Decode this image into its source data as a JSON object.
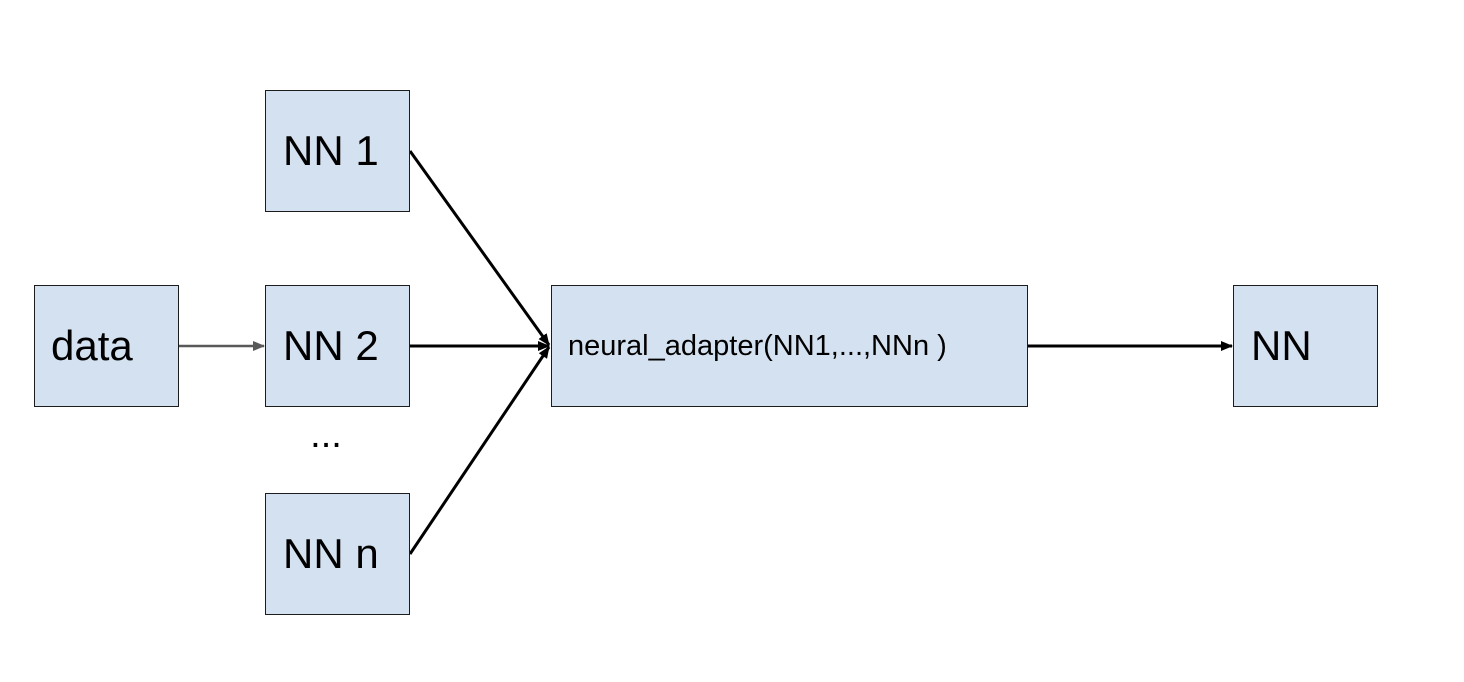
{
  "diagram": {
    "nodes": {
      "data": "data",
      "nn1": "NN 1",
      "nn2": "NN 2",
      "nnn": "NN n",
      "adapter": "neural_adapter(NN1,...,NNn )",
      "output": "NN"
    },
    "ellipsis": "...",
    "colors": {
      "node_fill": "#d4e1f0",
      "node_border": "#1c1c1c",
      "arrow_dark": "#000000",
      "arrow_gray": "#595959"
    },
    "edges": [
      {
        "from": "data",
        "to": "nn2"
      },
      {
        "from": "nn1",
        "to": "adapter"
      },
      {
        "from": "nn2",
        "to": "adapter"
      },
      {
        "from": "nnn",
        "to": "adapter"
      },
      {
        "from": "adapter",
        "to": "output"
      }
    ]
  }
}
